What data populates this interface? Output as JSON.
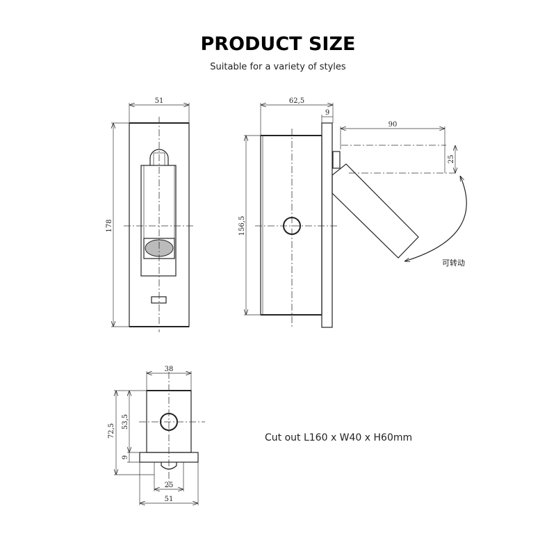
{
  "header": {
    "title": "PRODUCT SIZE",
    "subtitle": "Suitable for a variety of styles"
  },
  "front_view": {
    "width": "51",
    "height": "178"
  },
  "side_view": {
    "depth": "62,5",
    "flange": "9",
    "height": "156,5",
    "arm_length": "90",
    "arm_diameter": "25",
    "rotation_note": "可转动"
  },
  "bottom_view": {
    "body_width": "38",
    "body_height": "53,5",
    "total_height": "72,5",
    "flange": "9",
    "connector_width": "25",
    "flange_width": "51"
  },
  "cutout_text": "Cut out L160 x W40 x H60mm"
}
